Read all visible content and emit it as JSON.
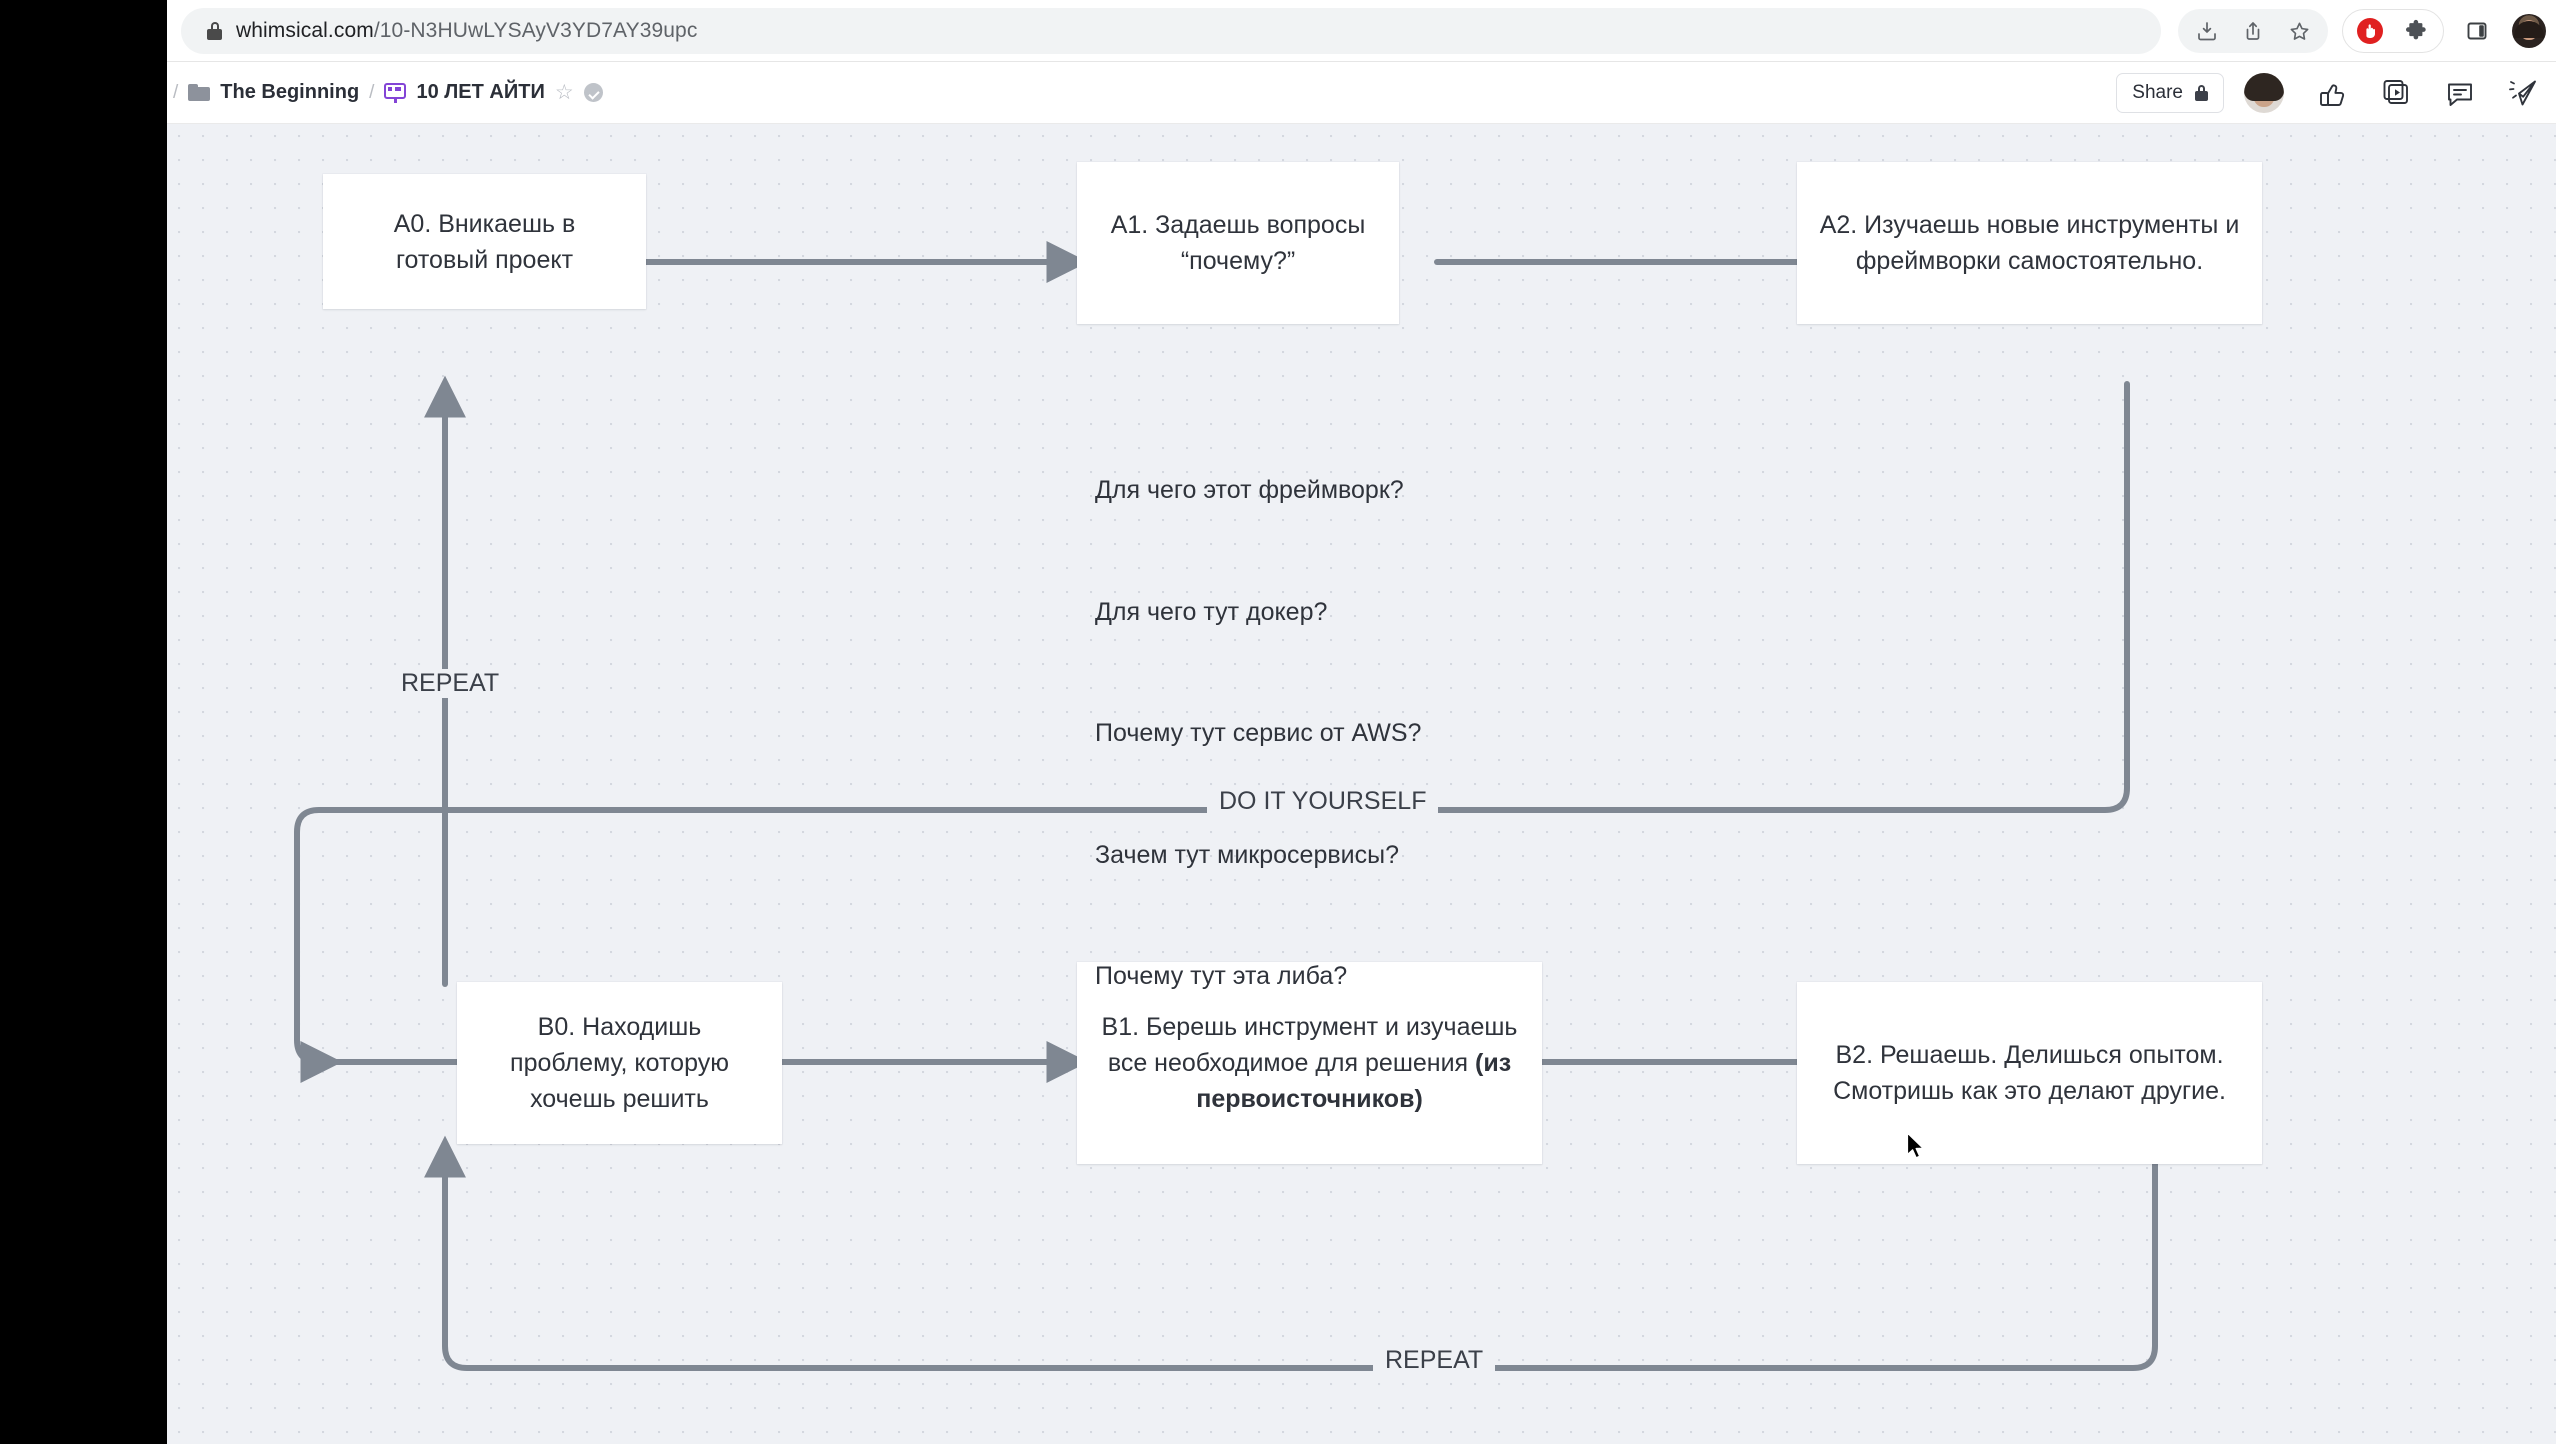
{
  "browser": {
    "url_host": "whimsical.com",
    "url_path": "/10-N3HUwLYSAyV3YD7AY39upc",
    "lock_icon": "lock-icon",
    "icons": [
      "install-icon",
      "share-icon",
      "bookmark-star-icon",
      "adblock-icon",
      "extensions-icon",
      "sidebar-icon",
      "profile-avatar"
    ]
  },
  "appbar": {
    "sep": "/",
    "folder_label": "The Beginning",
    "board_label": "10 ЛЕТ АЙТИ",
    "star_glyph": "☆",
    "share_label": "Share",
    "right_icons": [
      "thumbs-up-icon",
      "presentation-icon",
      "comment-icon",
      "send-icon"
    ]
  },
  "colors": {
    "canvas_bg": "#eff1f5",
    "node_bg": "#ffffff",
    "wire": "#7f8792",
    "text": "#2f333b",
    "accent_purple": "#8344d6"
  },
  "diagram": {
    "nodes": [
      {
        "id": "A0",
        "text": "A0. Вникаешь в готовый проект"
      },
      {
        "id": "A1",
        "text": "A1. Задаешь вопросы “почему?”"
      },
      {
        "id": "A2",
        "text": "A2. Изучаешь новые инструменты и фреймворки самостоятельно."
      },
      {
        "id": "B0",
        "text": "B0. Находишь проблему, которую хочешь решить"
      },
      {
        "id": "B1a",
        "text": "B1. Берешь инструмент и изучаешь все необходимое для решения "
      },
      {
        "id": "B1b",
        "text": "(из первоисточников)"
      },
      {
        "id": "B2",
        "text": "B2. Решаешь. Делишься опытом. Смотришь как это делают другие."
      }
    ],
    "questions": [
      "Для чего этот фреймворк?",
      "Для чего тут докер?",
      "Почему тут сервис от AWS?",
      "Зачем тут микросервисы?",
      "Почему тут эта либа?"
    ],
    "edge_labels": {
      "repeat_top": "REPEAT",
      "do_it_yourself": "DO IT YOURSELF",
      "repeat_bottom": "REPEAT"
    }
  }
}
